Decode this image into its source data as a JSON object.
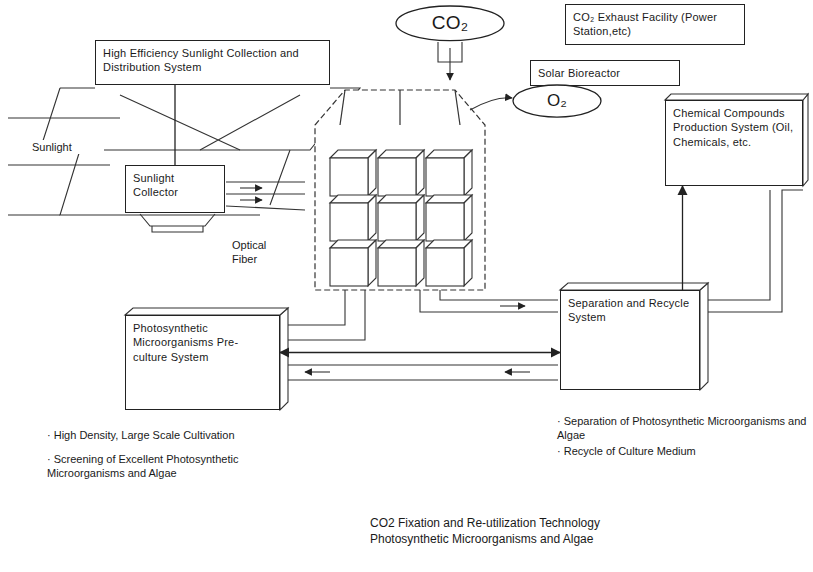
{
  "diagram": {
    "caption": "CO2 Fixation and Re-utilization Technology Photosynthetic Microorganisms and Algae",
    "nodes": [
      {
        "text": [
          "High Efficiency Sunlight Collection and Distribution System"
        ]
      },
      {
        "text": [
          "CO₂"
        ]
      },
      {
        "text": [
          "CO₂ Exhaust Facility (Power Station,etc)"
        ]
      },
      {
        "text": [
          "Solar Bioreactor"
        ]
      },
      {
        "text": [
          "O₂"
        ]
      },
      {
        "text": [
          "Chemical Compounds Production System (Oil, Chemicals, etc."
        ]
      },
      {
        "text": [
          "Sunlight Collector"
        ]
      },
      {
        "text": [
          "Photosynthetic Microorganisms Pre-culture System"
        ]
      },
      {
        "text": [
          "Separation and Recycle System"
        ]
      }
    ],
    "edges": [
      {
        "from": 0,
        "to": 6,
        "arrow": "none"
      },
      {
        "from": 7,
        "to": 8,
        "arrow": "both"
      },
      {
        "from": 8,
        "to": 5,
        "arrow": "to"
      }
    ],
    "labels": [
      "Sunlight",
      "Optical Fiber",
      "· High Density, Large Scale Cultivation",
      "· Screening of Excellent Photosynthetic Microorganisms and Algae",
      "· Separation of Photosynthetic Microorganisms and Algae",
      "· Recycle of Culture Medium"
    ]
  }
}
